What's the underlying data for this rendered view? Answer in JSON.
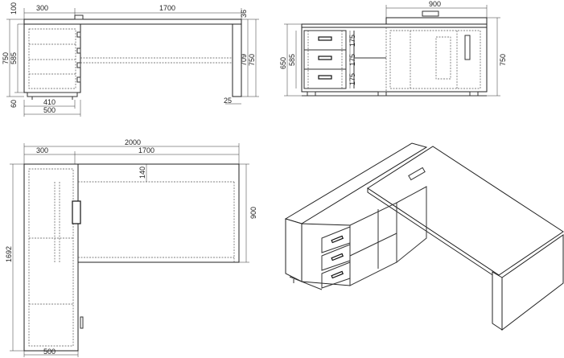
{
  "front_view": {
    "width_left": "300",
    "width_right": "1700",
    "top_thickness": "36",
    "height_total_left": "750",
    "height_cabinet": "585",
    "plinth": "60",
    "offset_top": "100",
    "height_leg": "709",
    "height_total_right": "750",
    "leg_offset": "25",
    "cabinet_depth_inner": "410",
    "cabinet_depth": "500"
  },
  "side_view": {
    "width_top": "900",
    "height_total": "750",
    "height_cabinet": "650",
    "height_inner": "585",
    "drawer_1": "175",
    "drawer_2": "175",
    "drawer_3": "175"
  },
  "plan_view": {
    "total_width": "2000",
    "width_left": "300",
    "width_right": "1700",
    "offset_140": "140",
    "depth_desk": "900",
    "depth_total": "1692",
    "cabinet_width": "500"
  }
}
